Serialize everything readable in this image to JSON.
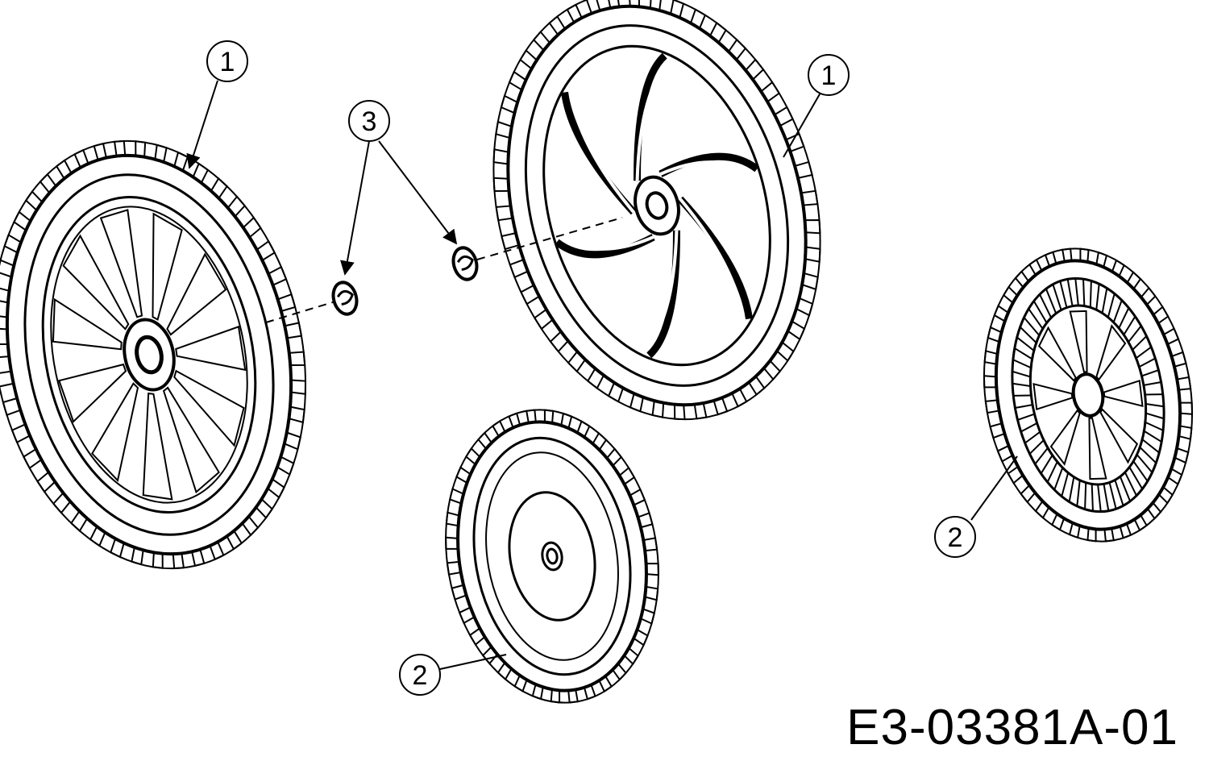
{
  "diagram": {
    "drawing_code": "E3-03381A-01",
    "callouts": [
      {
        "id": "callout-1-left",
        "label": "1"
      },
      {
        "id": "callout-1-right",
        "label": "1"
      },
      {
        "id": "callout-3",
        "label": "3"
      },
      {
        "id": "callout-2-bottom",
        "label": "2"
      },
      {
        "id": "callout-2-right",
        "label": "2"
      }
    ],
    "colors": {
      "ink": "#000000",
      "paper": "#ffffff"
    }
  }
}
